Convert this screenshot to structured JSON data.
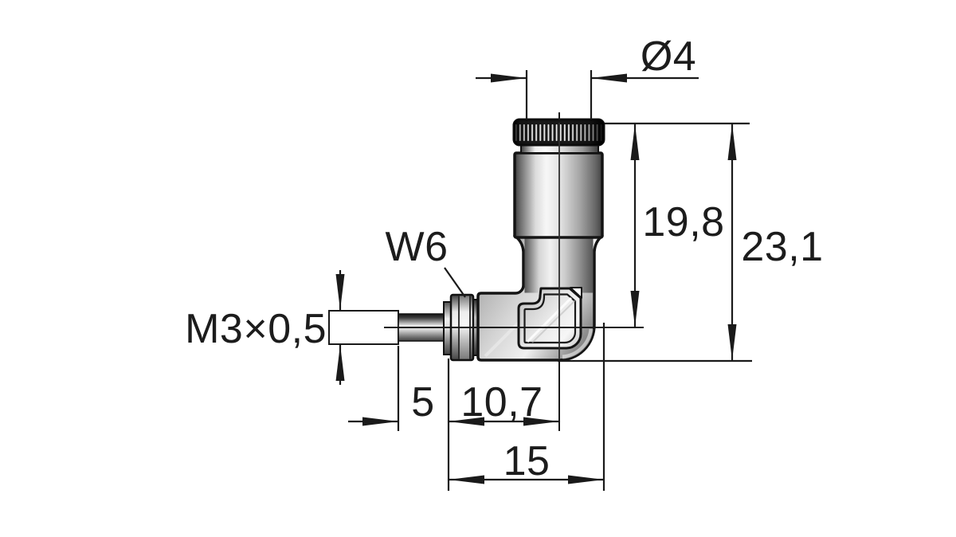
{
  "drawing": {
    "type": "technical-dimension-drawing",
    "part": "right-angle-dc-plug-connector",
    "labels": {
      "diameter": "Ø4",
      "upper_height": "19,8",
      "total_height": "23,1",
      "wrench": "W6",
      "thread": "M3×0,5",
      "thread_length": "5",
      "elbow_length": "10,7",
      "total_length": "15"
    },
    "colors": {
      "line": "#1a1a1a",
      "background": "#ffffff",
      "metal_light": "#f4f4f4",
      "metal_mid": "#a8a8a8",
      "metal_dark": "#3c3c3c",
      "knurl_dark": "#181818"
    }
  }
}
